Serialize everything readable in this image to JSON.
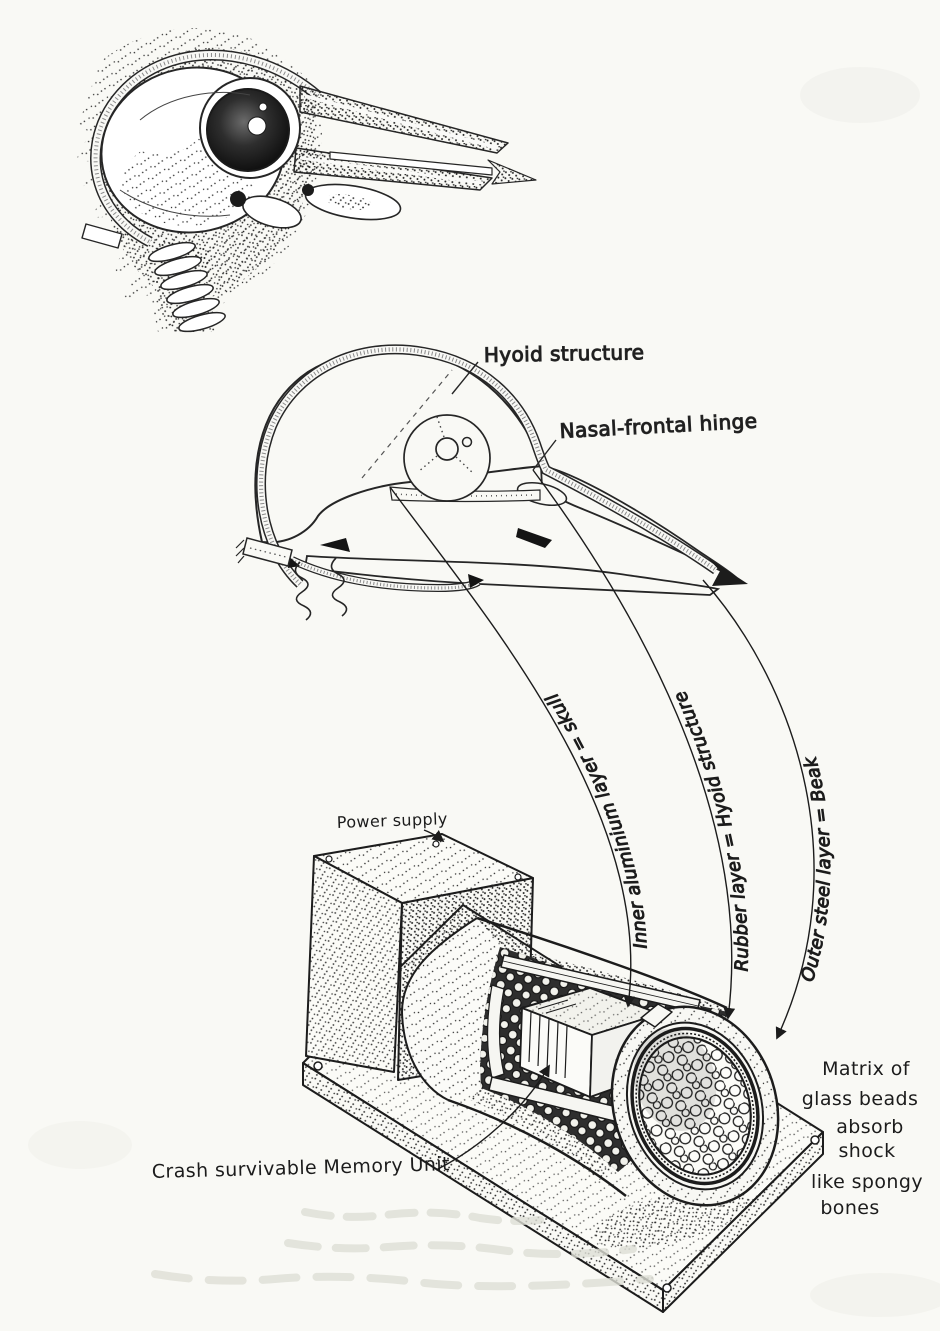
{
  "illustration": {
    "colors": {
      "ink": "#1c1c1c",
      "paper": "#f9f9f5"
    },
    "skull_labels": {
      "hyoid": "Hyoid structure",
      "nasal_frontal_hinge": "Nasal-frontal hinge"
    },
    "layer_mappings": [
      {
        "label": "Inner aluminium layer = skull"
      },
      {
        "label": "Rubber layer = Hyoid structure"
      },
      {
        "label": "Outer steel layer = Beak"
      }
    ],
    "device_labels": {
      "power_supply": "Power supply",
      "memory_unit": "Crash survivable Memory Unit"
    },
    "matrix_note": {
      "lines": [
        "Matrix of",
        "glass beads",
        "absorb",
        "shock",
        "like spongy",
        "bones"
      ]
    }
  }
}
